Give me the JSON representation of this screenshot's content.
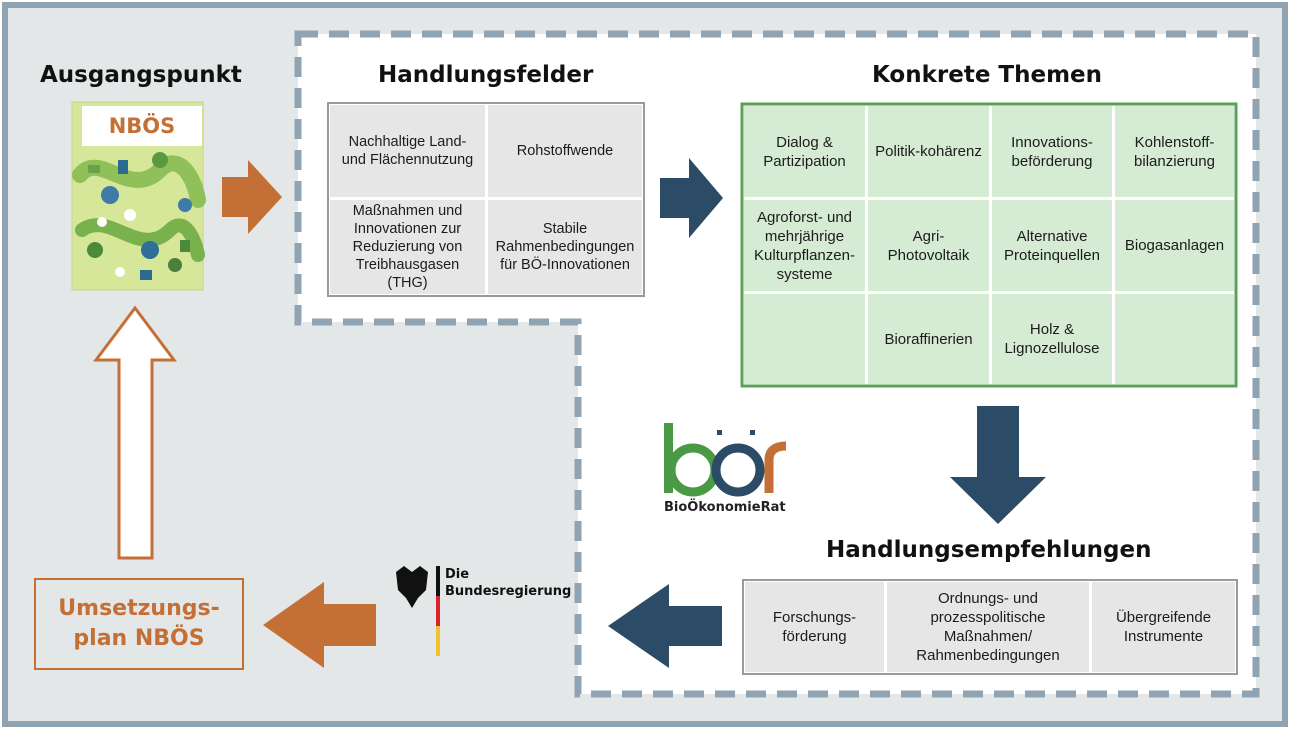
{
  "headings": {
    "ausgangspunkt": "Ausgangspunkt",
    "handlungsfelder": "Handlungsfelder",
    "konkrete_themen": "Konkrete Themen",
    "handlungsempfehlungen": "Handlungsempfehlungen"
  },
  "nboes_cover": {
    "title": "NBÖS"
  },
  "handlungsfelder": [
    "Nachhaltige Land- und Flächennutzung",
    "Rohstoffwende",
    "Maßnahmen und Innovationen zur Reduzierung von Treibhausgasen (THG)",
    "Stabile Rahmenbedingungen für BÖ-Innovationen"
  ],
  "themen": [
    [
      "Dialog & Partizipation",
      "Politik-kohärenz",
      "Innovations-beförderung",
      "Kohlenstoff-bilanzierung"
    ],
    [
      "Agroforst- und mehrjährige Kulturpflanzen-systeme",
      "Agri-Photovoltaik",
      "Alternative Proteinquellen",
      "Biogasanlagen"
    ],
    [
      "",
      "Bioraffinerien",
      "Holz & Lignozellulose",
      ""
    ]
  ],
  "empfehlungen": [
    "Forschungs-förderung",
    "Ordnungs- und prozesspolitische Maßnahmen/ Rahmenbedingungen",
    "Übergreifende Instrumente"
  ],
  "umsetzungsplan": "Umsetzungs-plan NBÖS",
  "logos": {
    "bioekonomierat": "BioÖkonomieRat",
    "bundesregierung_line1": "Die",
    "bundesregierung_line2": "Bundesregierung"
  },
  "colors": {
    "orange": "#c46f35",
    "navy": "#2b4b67",
    "dash_border": "#8fa3b2",
    "theme_green": "#5aa155",
    "light_green": "#d5ebd3",
    "panel_grey": "#e4e7e8"
  }
}
